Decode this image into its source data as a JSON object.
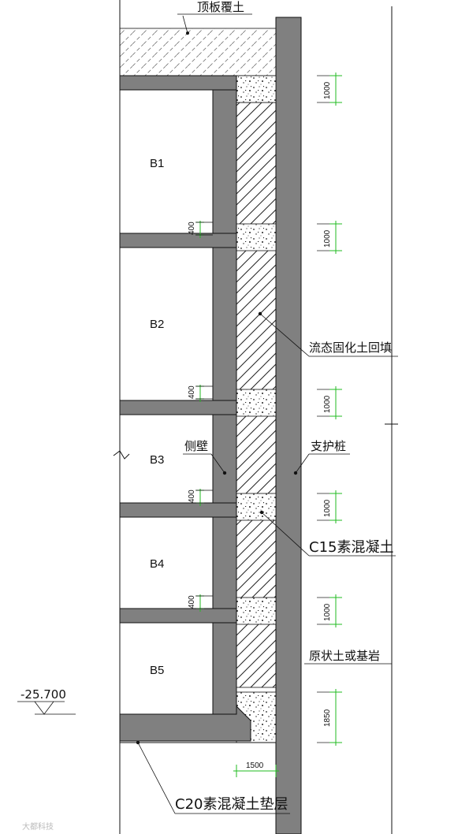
{
  "labels": {
    "roof_soil": "顶板覆土",
    "fill": "流态固化土回填",
    "side_wall": "侧壁",
    "pile": "支护桩",
    "c15": "C15素混凝土",
    "original_soil": "原状土或基岩",
    "c20": "C20素混凝土垫层",
    "elevation": "-25.700",
    "watermark": "大都科技"
  },
  "floors": [
    "B1",
    "B2",
    "B3",
    "B4",
    "B5"
  ],
  "dimensions": {
    "slab_400": [
      "400",
      "400",
      "400",
      "400"
    ],
    "vertical": [
      "1000",
      "1000",
      "1000",
      "1000",
      "1000",
      "1850"
    ],
    "bottom_width": "1500"
  },
  "colors": {
    "concrete": "#808080",
    "line": "#111111",
    "dimension": "#22bb22",
    "background": "#ffffff"
  }
}
